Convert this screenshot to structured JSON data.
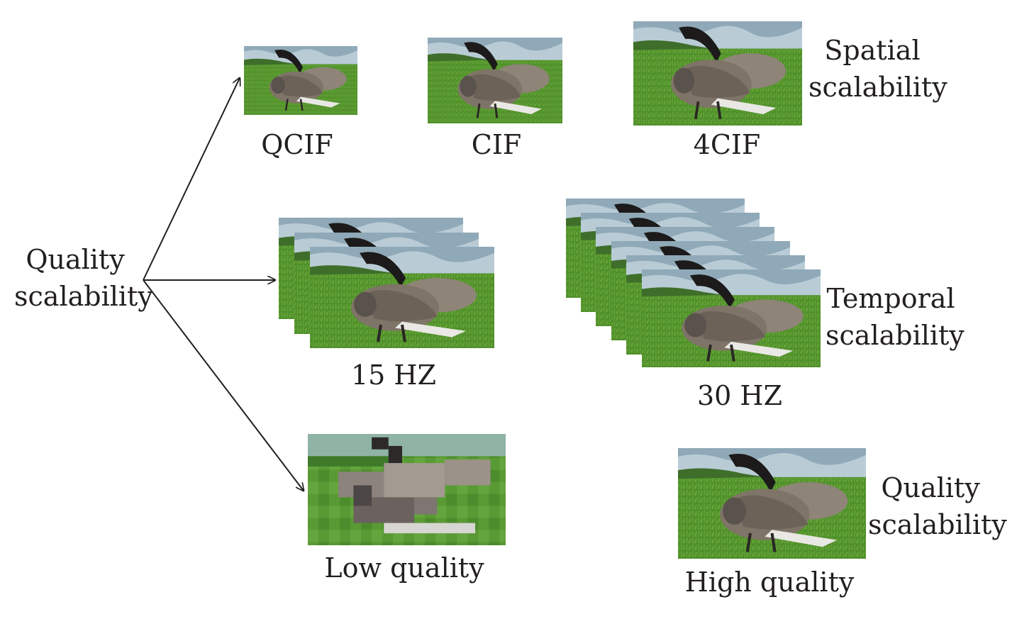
{
  "root_label": [
    "Quality",
    "scalability"
  ],
  "spatial": {
    "title": [
      "Spatial",
      "scalability"
    ],
    "frames": [
      "QCIF",
      "CIF",
      "4CIF"
    ]
  },
  "temporal": {
    "title": [
      "Temporal",
      "scalability"
    ],
    "frames": [
      "15 HZ",
      "30 HZ"
    ]
  },
  "quality": {
    "title": [
      "Quality",
      "scalability"
    ],
    "frames": [
      "Low quality",
      "High quality"
    ]
  }
}
